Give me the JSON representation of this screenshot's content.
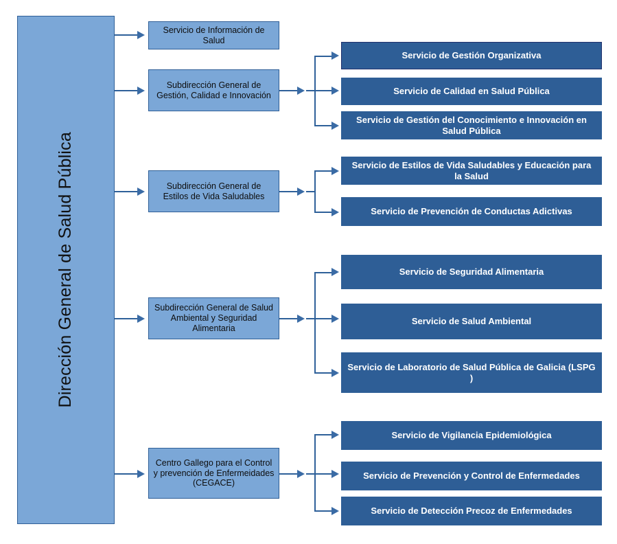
{
  "diagram": {
    "title": "Dirección General de Salud Pública",
    "type": "organizational-chart",
    "colors": {
      "level1_fill": "#7BA7D7",
      "level2_fill": "#7BA7D7",
      "level3_fill": "#2E5E96",
      "border": "#2E5E96",
      "connector": "#2E6099",
      "highlight_border": "#1F2F6B",
      "level3_text": "#FFFFFF",
      "level1_text": "#111111",
      "background": "#FFFFFF"
    },
    "root": {
      "label": "Dirección General de Salud Pública"
    },
    "branches": [
      {
        "id": "informacion-salud",
        "label": "Servicio de Información de Salud",
        "children": []
      },
      {
        "id": "gestion-calidad-innovacion",
        "label": "Subdirección General de Gestión, Calidad e Innovación",
        "children": [
          {
            "id": "gestion-organizativa",
            "label": "Servicio de Gestión Organizativa",
            "highlighted": true
          },
          {
            "id": "calidad-salud-publica",
            "label": "Servicio de Calidad en Salud Pública",
            "highlighted": false
          },
          {
            "id": "gestion-conocimiento",
            "label": "Servicio de Gestión del Conocimiento e Innovación en Salud Pública",
            "highlighted": false
          }
        ]
      },
      {
        "id": "estilos-vida-saludables",
        "label": "Subdirección General de Estilos de Vida Saludables",
        "children": [
          {
            "id": "estilos-vida-educacion",
            "label": "Servicio de Estilos de Vida Saludables y Educación para la Salud",
            "highlighted": false
          },
          {
            "id": "conductas-adictivas",
            "label": "Servicio de Prevención de Conductas Adictivas",
            "highlighted": false
          }
        ]
      },
      {
        "id": "salud-ambiental-seguridad-alimentaria",
        "label": "Subdirección General de Salud Ambiental y Seguridad Alimentaria",
        "children": [
          {
            "id": "seguridad-alimentaria",
            "label": "Servicio de Seguridad Alimentaria",
            "highlighted": false
          },
          {
            "id": "salud-ambiental",
            "label": "Servicio de Salud Ambiental",
            "highlighted": false
          },
          {
            "id": "laboratorio-lspg",
            "label": "Servicio de Laboratorio de Salud Pública de Galicia (LSPG )",
            "highlighted": false
          }
        ]
      },
      {
        "id": "cegace",
        "label": "Centro Gallego para el Control y prevención de Enfermeidades (CEGACE)",
        "children": [
          {
            "id": "vigilancia-epidemiologica",
            "label": "Servicio de Vigilancia Epidemiológica",
            "highlighted": false
          },
          {
            "id": "prevencion-control-enfermedades",
            "label": "Servicio de Prevención y Control de Enfermedades",
            "highlighted": false
          },
          {
            "id": "deteccion-precoz",
            "label": "Servicio de Detección Precoz de Enfermedades",
            "highlighted": false
          }
        ]
      }
    ]
  }
}
